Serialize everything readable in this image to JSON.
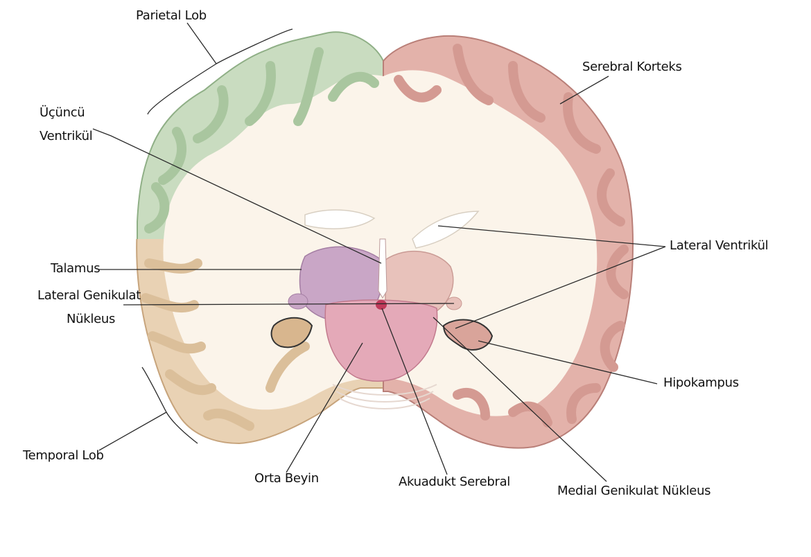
{
  "labels": {
    "parietal_lob": "Parietal Lob",
    "serebral_korteks": "Serebral Korteks",
    "ucuncu_ventrikul_line1": "Üçüncü",
    "ucuncu_ventrikul_line2": "Ventrikül",
    "lateral_ventrikul": "Lateral Ventrikül",
    "talamus": "Talamus",
    "lateral_genikulat_line1": "Lateral Genikulat",
    "lateral_genikulat_line2": "Nükleus",
    "hipokampus": "Hipokampus",
    "temporal_lob": "Temporal Lob",
    "orta_beyin": "Orta Beyin",
    "akuadukt_serebral": "Akuadukt Serebral",
    "medial_genikulat": "Medial Genikulat Nükleus"
  },
  "colors": {
    "parietal": "#c9dcc0",
    "temporal": "#e9d2b4",
    "cortex_right": "#e3b2aa",
    "white_matter": "#fbf4ea",
    "thalamus": "#c9a6c6",
    "midbrain": "#e4a9b8"
  }
}
